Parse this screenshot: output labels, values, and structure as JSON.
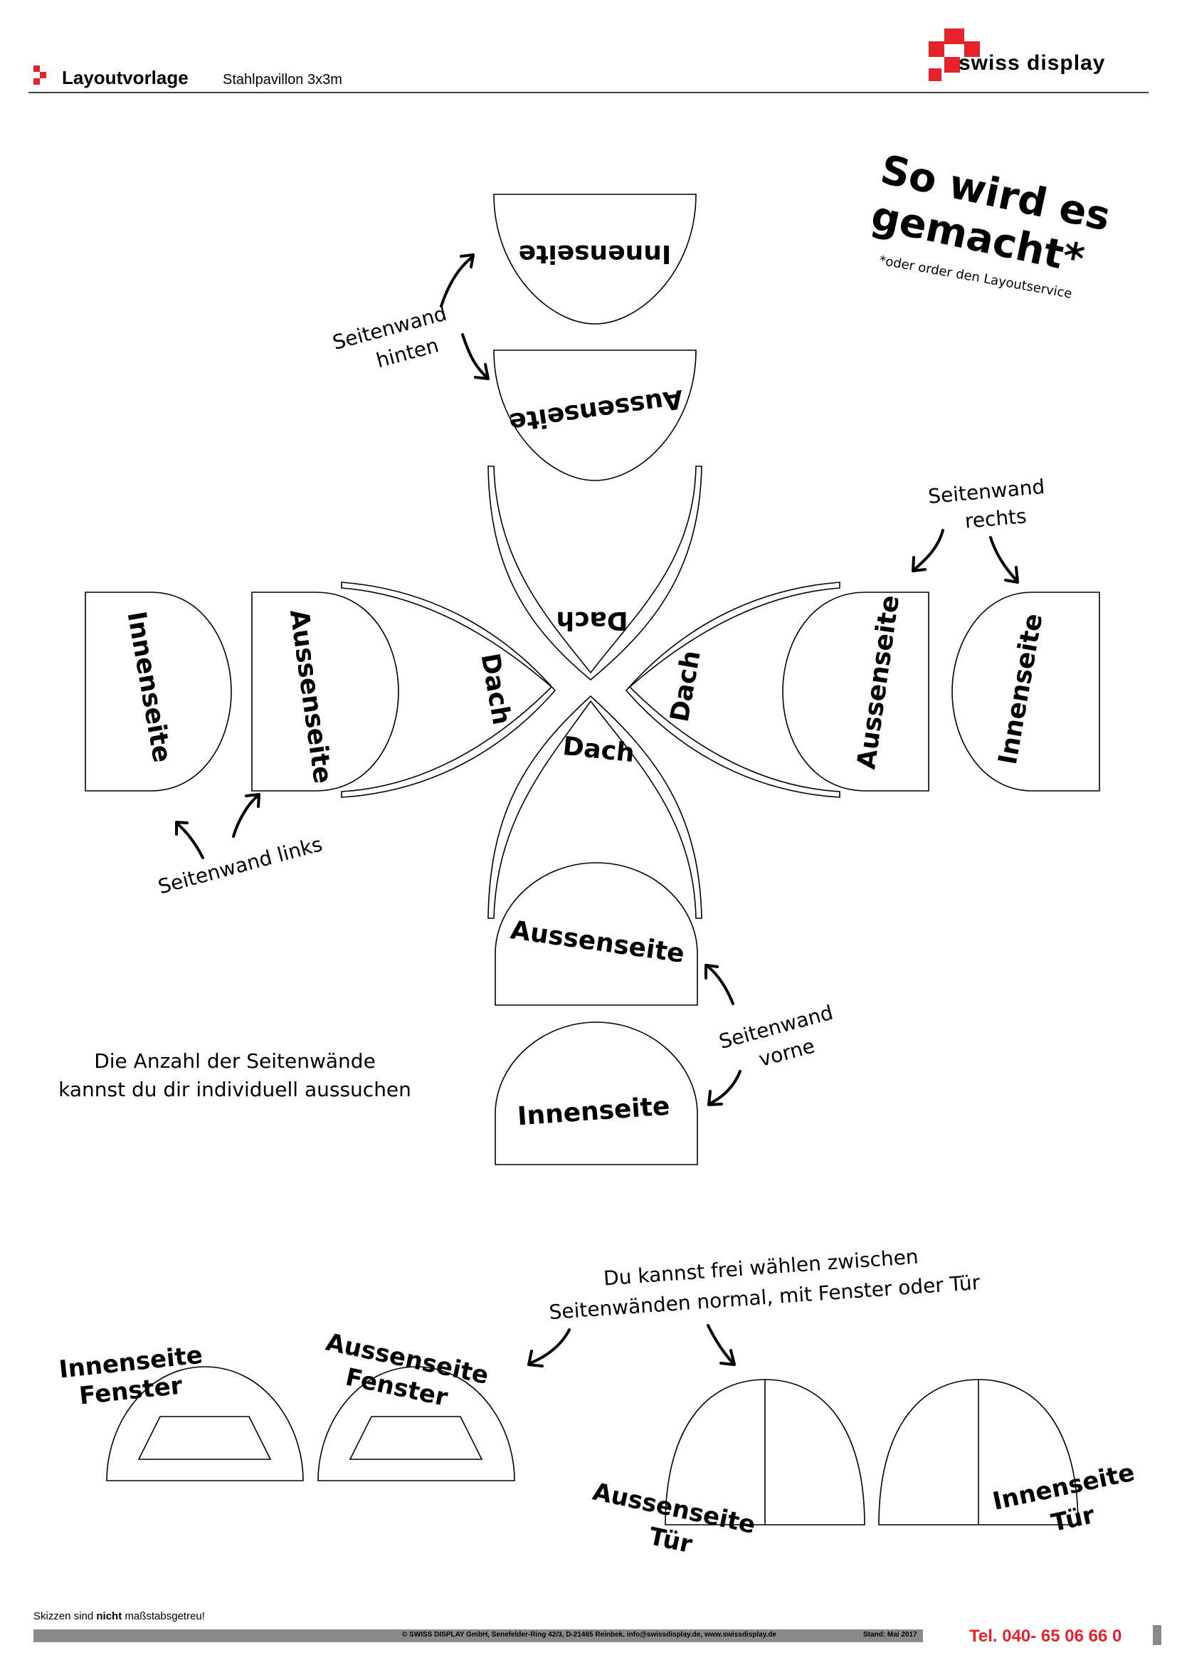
{
  "header": {
    "title": "Layoutvorlage",
    "subtitle": "Stahlpavillon 3x3m",
    "brand": "swiss display"
  },
  "colors": {
    "brand_red": "#e8222a",
    "footer_gray": "#8a8a8a",
    "line": "#000000"
  },
  "tagline": {
    "line1": "So wird es",
    "line2": "gemacht*",
    "footnote": "*oder order den Layoutservice"
  },
  "labels": {
    "innenseite": "Innenseite",
    "aussenseite": "Aussenseite",
    "dach": "Dach",
    "wall_back": [
      "Seitenwand",
      "hinten"
    ],
    "wall_right": [
      "Seitenwand",
      "rechts"
    ],
    "wall_left": "Seitenwand links",
    "wall_front": [
      "Seitenwand",
      "vorne"
    ],
    "count_note": [
      "Die Anzahl der Seitenwände",
      "kannst du dir individuell aussuchen"
    ],
    "choice_note": [
      "Du kannst frei wählen zwischen",
      "Seitenwänden normal, mit Fenster oder Tür"
    ],
    "inner_window": [
      "Innenseite",
      "Fenster"
    ],
    "outer_window": [
      "Aussenseite",
      "Fenster"
    ],
    "outer_door": [
      "Aussenseite",
      "Tür"
    ],
    "inner_door": [
      "Innenseite",
      "Tür"
    ]
  },
  "footer": {
    "note_pre": "Skizzen sind ",
    "note_bold": "nicht",
    "note_post": " maßstabsgetreu!",
    "address": "© SWISS DISPLAY GmbH, Senefelder-Ring 42/3, D-21465 Reinbek, info@swissdisplay.de, www.swissdisplay.de",
    "stand": "Stand: Mai 2017",
    "tel": "Tel. 040- 65 06 66 0"
  }
}
